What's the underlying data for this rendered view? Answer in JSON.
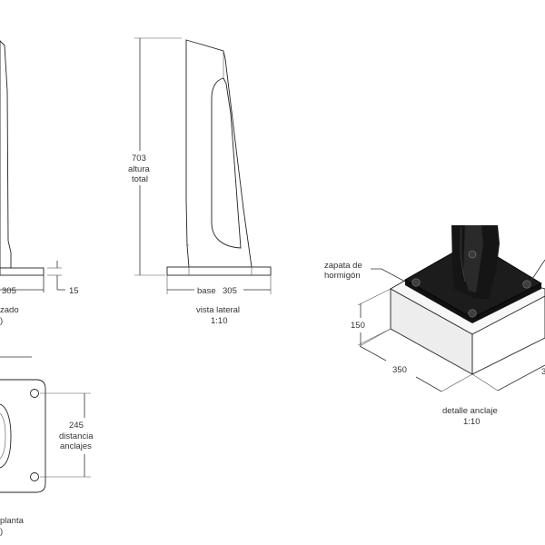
{
  "labels": {
    "front_base_dim": "305",
    "front_plate_thickness": "15",
    "front_view_name": "zado",
    "front_view_scale": ")",
    "height_value": "703",
    "height_label_1": "altura",
    "height_label_2": "total",
    "side_base_label": "base",
    "side_base_value": "305",
    "side_view_name": "vista lateral",
    "side_view_scale": "1:10",
    "plan_spacing_value": "245",
    "plan_spacing_label_1": "distancia",
    "plan_spacing_label_2": "anclajes",
    "plan_view_name": "planta",
    "plan_view_scale": ")",
    "concrete_label_1": "zapata de",
    "concrete_label_2": "hormigón",
    "concrete_height": "150",
    "concrete_width": "350",
    "concrete_depth_partial": "3",
    "detail_view_name": "detalle anclaje",
    "detail_view_scale": "1:10"
  },
  "colors": {
    "line": "#333333",
    "post_black": "#1a1a1a",
    "concrete_front": "#ededed",
    "concrete_top": "#f7f7f7",
    "concrete_side": "#ffffff"
  }
}
